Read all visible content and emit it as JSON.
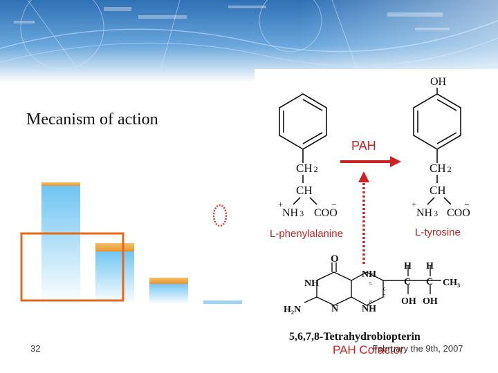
{
  "slide": {
    "title": "Mecanism of action",
    "number": "32",
    "date": "February the 9th, 2007"
  },
  "diagram": {
    "enzyme": "PAH",
    "substrate": {
      "name": "L-phenylalanine",
      "ch2": "CH",
      "ch2_sub": "2",
      "ch": "CH",
      "nh3_plus": "+",
      "nh3": "NH",
      "nh3_sub": "3",
      "coo": "COO",
      "coo_minus": "−"
    },
    "product": {
      "name": "L-tyrosine",
      "oh": "OH",
      "ch2": "CH",
      "ch2_sub": "2",
      "ch": "CH",
      "nh3_plus": "+",
      "nh3": "NH",
      "nh3_sub": "3",
      "coo": "COO",
      "coo_minus": "−"
    },
    "cofactor_structure": {
      "o": "O",
      "nh_top": "NH",
      "nh_left": "NH",
      "h2n": "H₂N",
      "n": "N",
      "nh_bottom": "NH",
      "h1": "H",
      "h2": "H",
      "c1": "C",
      "c2": "C",
      "ch3": "CH₃",
      "oh1": "OH",
      "oh2": "OH",
      "pos5": "5",
      "pos6": "6",
      "pos7": "7",
      "pos8": "8"
    },
    "cofactor_name": "5,6,7,8-Tetrahydrobiopterin",
    "cofactor_label": "PAH Cofactor"
  },
  "colors": {
    "accent_red": "#cc2222",
    "highlight_orange": "#e06a1a",
    "text_gray": "#555555"
  }
}
